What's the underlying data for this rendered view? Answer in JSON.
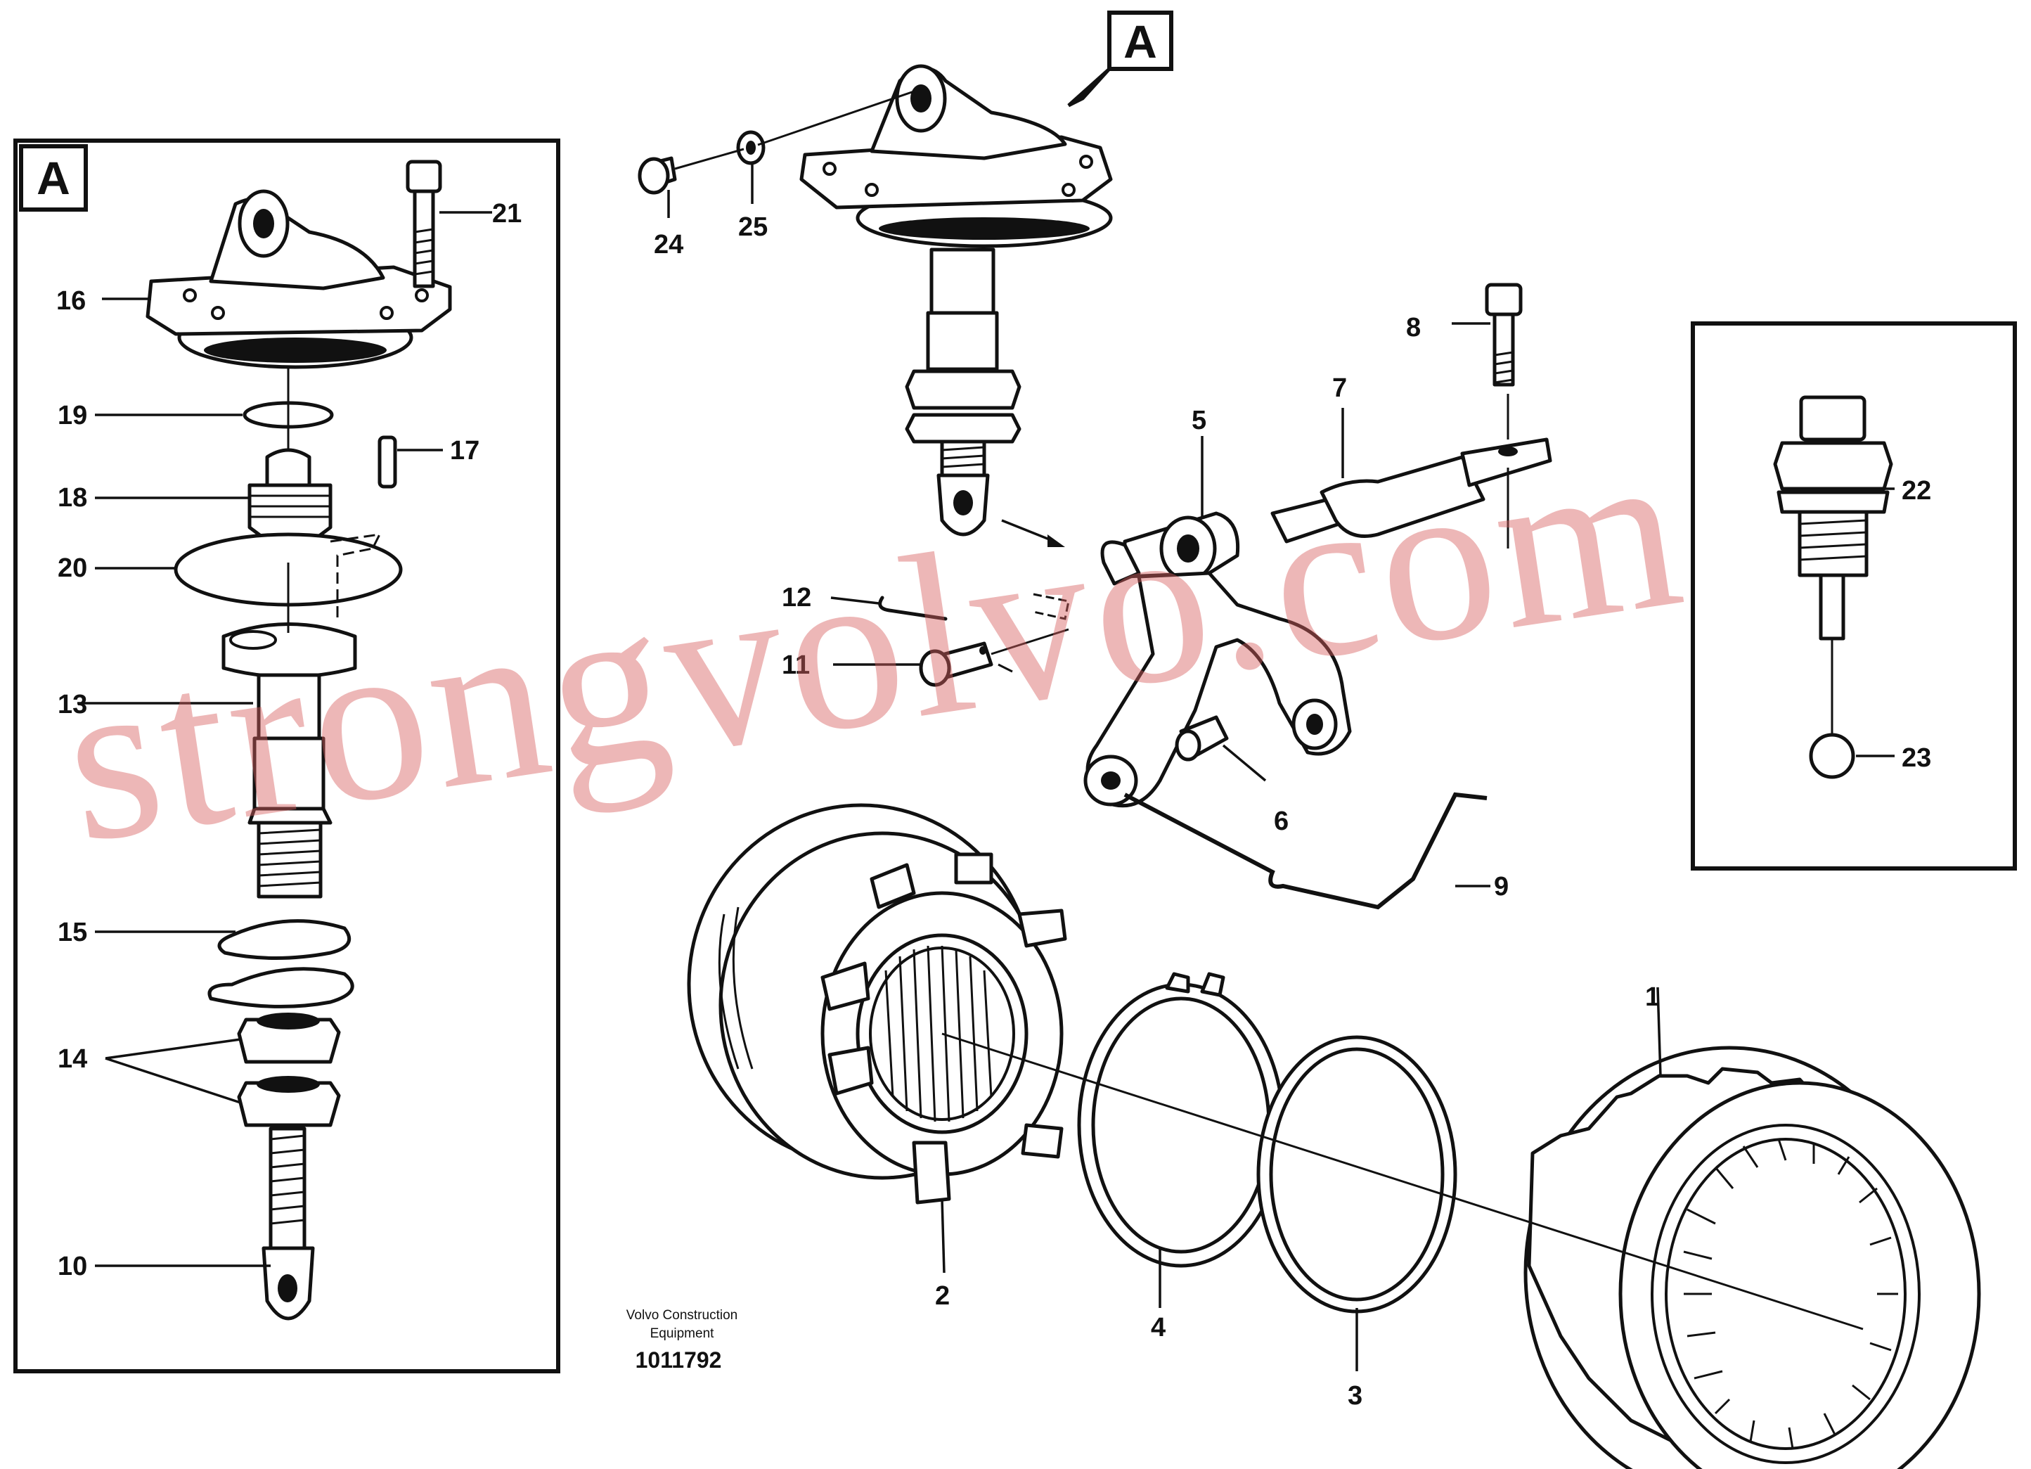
{
  "section_letters": {
    "main": "A",
    "detail": "A"
  },
  "callouts": {
    "c1": "1",
    "c2": "2",
    "c3": "3",
    "c4": "4",
    "c5": "5",
    "c6": "6",
    "c7": "7",
    "c8": "8",
    "c9": "9",
    "c10": "10",
    "c11": "11",
    "c12": "12",
    "c13": "13",
    "c14": "14",
    "c15": "15",
    "c16": "16",
    "c17": "17",
    "c18": "18",
    "c19": "19",
    "c20": "20",
    "c21": "21",
    "c22": "22",
    "c23": "23",
    "c24": "24",
    "c25": "25"
  },
  "credit": {
    "line1": "Volvo Construction",
    "line2": "Equipment",
    "drawing_number": "1011792"
  },
  "watermark": "strongvolvo.com"
}
